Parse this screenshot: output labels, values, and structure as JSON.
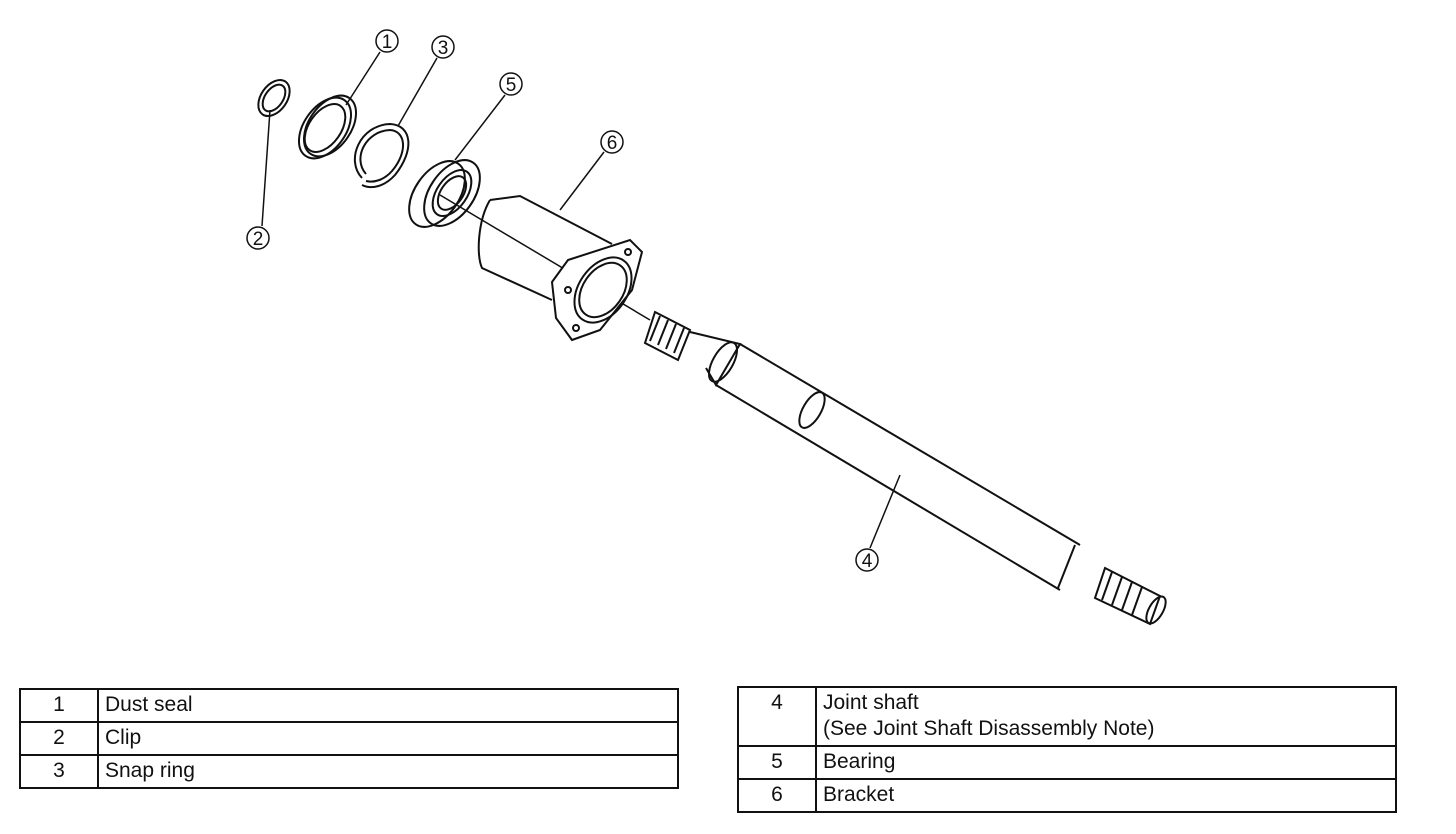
{
  "diagram": {
    "callouts": [
      "1",
      "2",
      "3",
      "4",
      "5",
      "6"
    ]
  },
  "parts_table_left": [
    {
      "num": "1",
      "name": "Dust seal"
    },
    {
      "num": "2",
      "name": "Clip"
    },
    {
      "num": "3",
      "name": "Snap ring"
    }
  ],
  "parts_table_right": [
    {
      "num": "4",
      "name": "Joint shaft",
      "note": "(See Joint Shaft Disassembly Note)"
    },
    {
      "num": "5",
      "name": "Bearing"
    },
    {
      "num": "6",
      "name": "Bracket"
    }
  ]
}
